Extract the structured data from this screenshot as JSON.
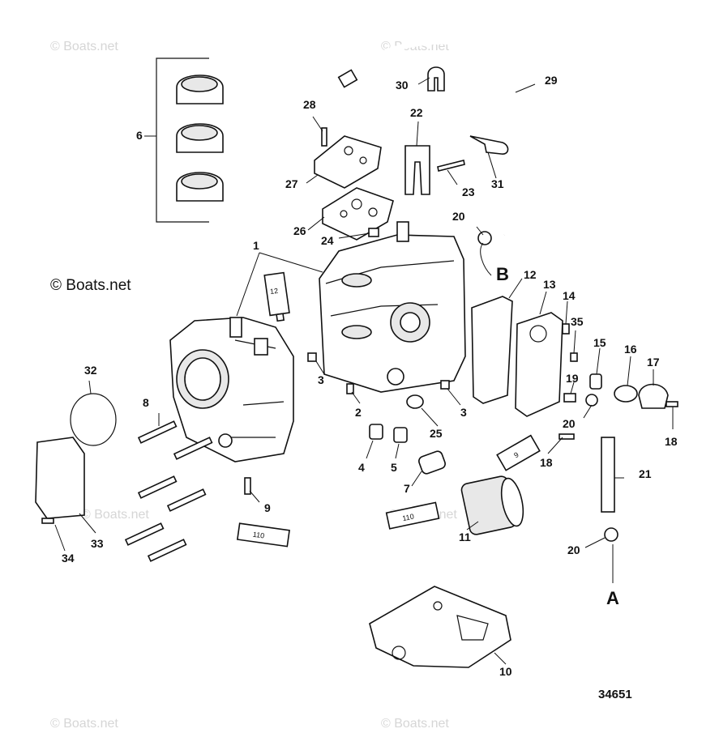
{
  "diagram": {
    "figure_number": "34651",
    "copyright_text": "© Boats.net",
    "watermark_text": "© Boats.net",
    "callouts": [
      {
        "id": "c1",
        "text": "1"
      },
      {
        "id": "c2",
        "text": "2"
      },
      {
        "id": "c3a",
        "text": "3"
      },
      {
        "id": "c3b",
        "text": "3"
      },
      {
        "id": "c4",
        "text": "4"
      },
      {
        "id": "c5",
        "text": "5"
      },
      {
        "id": "c6",
        "text": "6"
      },
      {
        "id": "c7",
        "text": "7"
      },
      {
        "id": "c8",
        "text": "8"
      },
      {
        "id": "c9",
        "text": "9"
      },
      {
        "id": "c10",
        "text": "10"
      },
      {
        "id": "c11",
        "text": "11"
      },
      {
        "id": "c12",
        "text": "12"
      },
      {
        "id": "c13",
        "text": "13"
      },
      {
        "id": "c14",
        "text": "14"
      },
      {
        "id": "c15",
        "text": "15"
      },
      {
        "id": "c16",
        "text": "16"
      },
      {
        "id": "c17",
        "text": "17"
      },
      {
        "id": "c18a",
        "text": "18"
      },
      {
        "id": "c18b",
        "text": "18"
      },
      {
        "id": "c19",
        "text": "19"
      },
      {
        "id": "c20a",
        "text": "20"
      },
      {
        "id": "c20b",
        "text": "20"
      },
      {
        "id": "c20c",
        "text": "20"
      },
      {
        "id": "c21",
        "text": "21"
      },
      {
        "id": "c22",
        "text": "22"
      },
      {
        "id": "c23",
        "text": "23"
      },
      {
        "id": "c24",
        "text": "24"
      },
      {
        "id": "c25",
        "text": "25"
      },
      {
        "id": "c26",
        "text": "26"
      },
      {
        "id": "c27",
        "text": "27"
      },
      {
        "id": "c28",
        "text": "28"
      },
      {
        "id": "c29",
        "text": "29"
      },
      {
        "id": "c30",
        "text": "30"
      },
      {
        "id": "c31",
        "text": "31"
      },
      {
        "id": "c32",
        "text": "32"
      },
      {
        "id": "c33",
        "text": "33"
      },
      {
        "id": "c34",
        "text": "34"
      },
      {
        "id": "c35",
        "text": "35"
      }
    ],
    "connection_labels": {
      "a": "A",
      "b": "B"
    },
    "tube_labels": {
      "t12": "12",
      "t9": "9",
      "t110a": "110",
      "t110b": "110"
    }
  }
}
